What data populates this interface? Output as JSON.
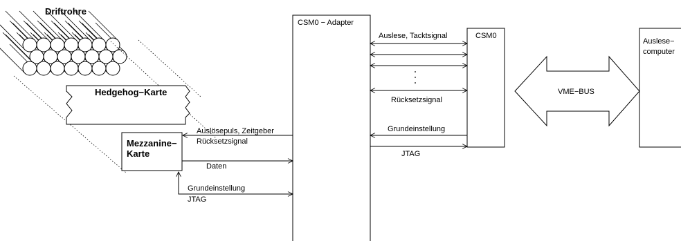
{
  "drift_tubes": {
    "title": "Driftrohre"
  },
  "hedgehog_card": {
    "label": "Hedgehog−Karte"
  },
  "mezzanine_card": {
    "line1": "Mezzanine−",
    "line2": "Karte"
  },
  "csm0_adapter": {
    "label": "CSM0 − Adapter"
  },
  "csm0": {
    "label": "CSM0"
  },
  "readout_computer": {
    "line1": "Auslese−",
    "line2": "computer"
  },
  "vme_bus": {
    "label": "VME−BUS"
  },
  "signals": {
    "trigger": "Auslösepuls, Zeitgeber",
    "reset_left": "Rücksetzsignal",
    "data": "Daten",
    "config_left": "Grundeinstellung",
    "jtag_left": "JTAG",
    "readout_clock": "Auslese, Tacktsignal",
    "reset_right": "Rücksetzsignal",
    "config_right": "Grundeinstellung",
    "jtag_right": "JTAG"
  }
}
